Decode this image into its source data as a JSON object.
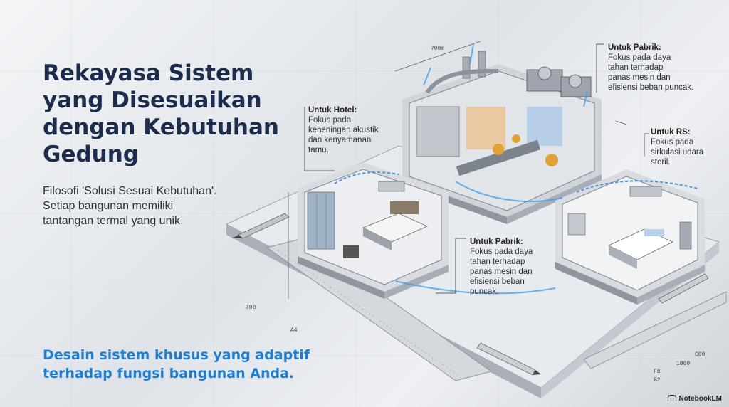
{
  "title_lines": [
    "Rekayasa Sistem",
    "yang Disesuaikan",
    "dengan Kebutuhan",
    "Gedung"
  ],
  "subtitle_lines": [
    "Filosofi 'Solusi Sesuai Kebutuhan'.",
    "Setiap bangunan memiliki",
    "tantangan termal yang unik."
  ],
  "tagline_lines": [
    "Desain sistem khusus yang adaptif",
    "terhadap fungsi bangunan Anda."
  ],
  "callouts": {
    "hotel": {
      "heading": "Untuk Hotel:",
      "lines": [
        "Fokus pada",
        "keheningan akustik",
        "dan kenyamanan",
        "tamu."
      ]
    },
    "factory_top": {
      "heading": "Untuk Pabrik:",
      "lines": [
        "Fokus pada daya",
        "tahan terhadap",
        "panas mesin dan",
        "efisiensi beban puncak."
      ]
    },
    "hospital": {
      "heading": "Untuk RS:",
      "lines": [
        "Fokus pada",
        "sirkulasi udara",
        "steril."
      ]
    },
    "factory_bottom": {
      "heading": "Untuk Pabrik:",
      "lines": [
        "Fokus pada daya",
        "tahan terhadap",
        "panas mesin dan",
        "efisiensi beban",
        "puncak."
      ]
    }
  },
  "dimensions": {
    "top": "700m",
    "left": "700",
    "sheet": "A4",
    "r1": "C00",
    "r2": "1800",
    "r3": "F8",
    "r4": "B2"
  },
  "brand": "NotebookLM",
  "colors": {
    "title": "#1d2c4a",
    "accent": "#1e7fd1",
    "text": "#2b2f36"
  }
}
